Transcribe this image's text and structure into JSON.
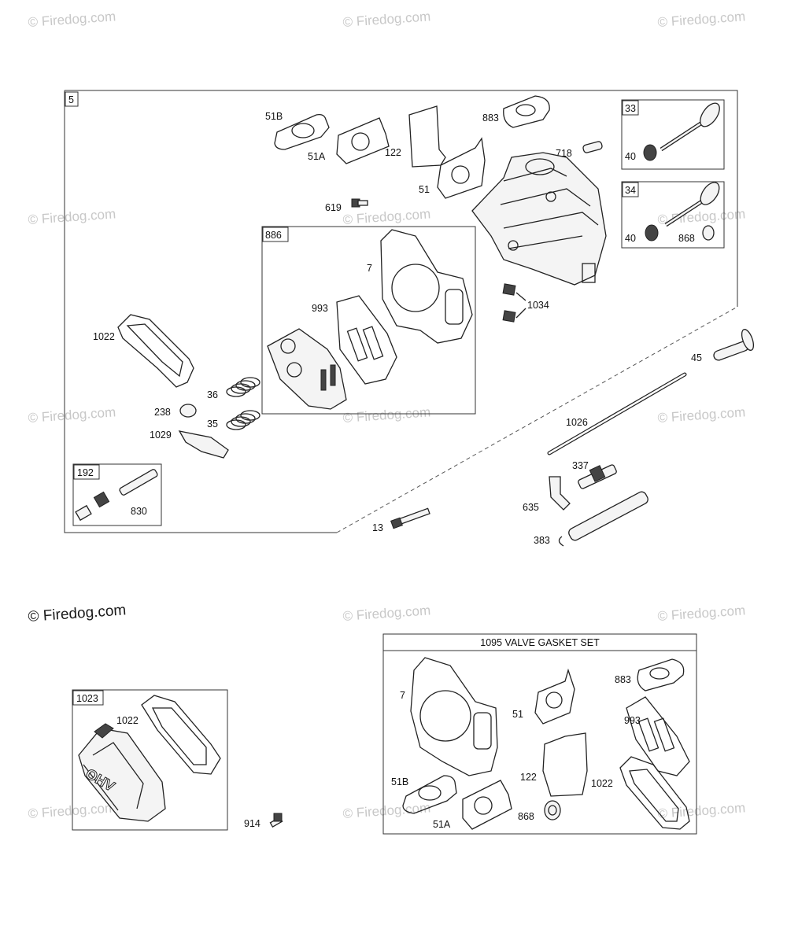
{
  "watermark": "© Firedog.com",
  "main_assembly": {
    "kit_label": "5",
    "labels": {
      "p51B": "51B",
      "p51A": "51A",
      "p122": "122",
      "p883": "883",
      "p718": "718",
      "p51": "51",
      "p619": "619",
      "p7": "7",
      "p993": "993",
      "p1034": "1034",
      "p1022": "1022",
      "p36": "36",
      "p35": "35",
      "p238": "238",
      "p1029": "1029",
      "p45": "45",
      "p1026": "1026",
      "p337": "337",
      "p635": "635",
      "p383": "383",
      "p13": "13",
      "p830": "830"
    }
  },
  "kit_33": {
    "label": "33",
    "valve_label": "40"
  },
  "kit_34": {
    "label": "34",
    "retainer_label": "40",
    "seal_label": "868"
  },
  "kit_886": {
    "label": "886"
  },
  "kit_192": {
    "label": "192"
  },
  "kit_1023": {
    "label": "1023",
    "gasket_label": "1022",
    "screw_label": "914"
  },
  "gasket_set": {
    "title": "1095 VALVE GASKET SET",
    "labels": {
      "p7": "7",
      "p51": "51",
      "p883": "883",
      "p993": "993",
      "p51B": "51B",
      "p51A": "51A",
      "p122": "122",
      "p868": "868",
      "p1022": "1022"
    }
  }
}
